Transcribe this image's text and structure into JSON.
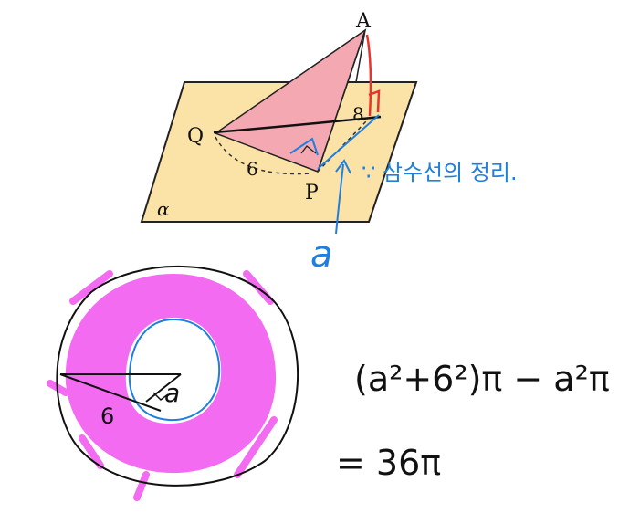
{
  "diagram": {
    "labels": {
      "A": "A",
      "Q": "Q",
      "P": "P",
      "eight": "8",
      "six": "6",
      "plane": "α"
    },
    "handwritten": {
      "note_korean": "∵ 삼수선의 정리.",
      "alpha_a": "a",
      "ring_six": "6",
      "ring_a": "a",
      "formula_line1": "(a²+6²)π − a²π",
      "formula_line2": "= 36π"
    }
  },
  "colors": {
    "plane_fill": "#fbe3a8",
    "plane_stroke": "#222222",
    "triangle_fill": "#f4a9b2",
    "red_ink": "#e8332e",
    "blue_ink": "#1d7fe0",
    "magenta_ink": "#f26bf0",
    "black_ink": "#111111"
  }
}
